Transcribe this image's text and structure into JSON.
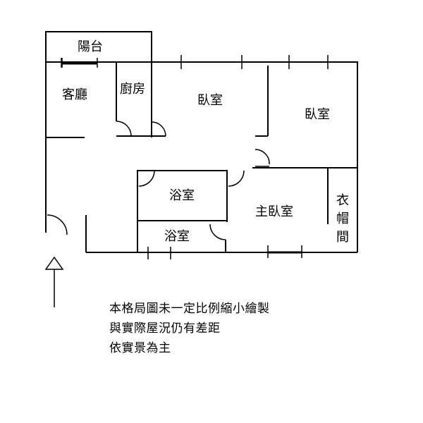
{
  "rooms": {
    "balcony": "陽台",
    "living_room": "客廳",
    "kitchen": "廚房",
    "bedroom_1": "臥室",
    "bedroom_2": "臥室",
    "bathroom_1": "浴室",
    "bathroom_2": "浴室",
    "master_bedroom": "主臥室",
    "closet": [
      "衣",
      "帽",
      "間"
    ]
  },
  "icons": {
    "entrance": "up-arrow-icon"
  },
  "disclaimer": {
    "line1": "本格局圖未一定比例縮小繪製",
    "line2": "與實際屋況仍有差距",
    "line3": "依實景為主"
  }
}
